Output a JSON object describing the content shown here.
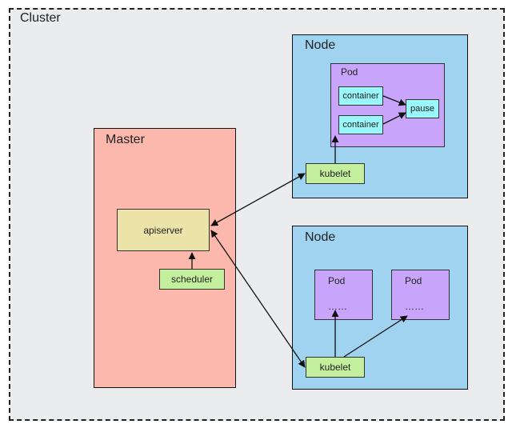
{
  "cluster": {
    "label": "Cluster"
  },
  "master": {
    "label": "Master",
    "apiserver": "apiserver",
    "scheduler": "scheduler"
  },
  "nodes": [
    {
      "label": "Node",
      "pod": {
        "label": "Pod",
        "containers": [
          "container",
          "container"
        ],
        "pause": "pause"
      },
      "kubelet": "kubelet"
    },
    {
      "label": "Node",
      "pods": [
        {
          "label": "Pod",
          "content": "……"
        },
        {
          "label": "Pod",
          "content": "……"
        }
      ],
      "kubelet": "kubelet"
    }
  ]
}
